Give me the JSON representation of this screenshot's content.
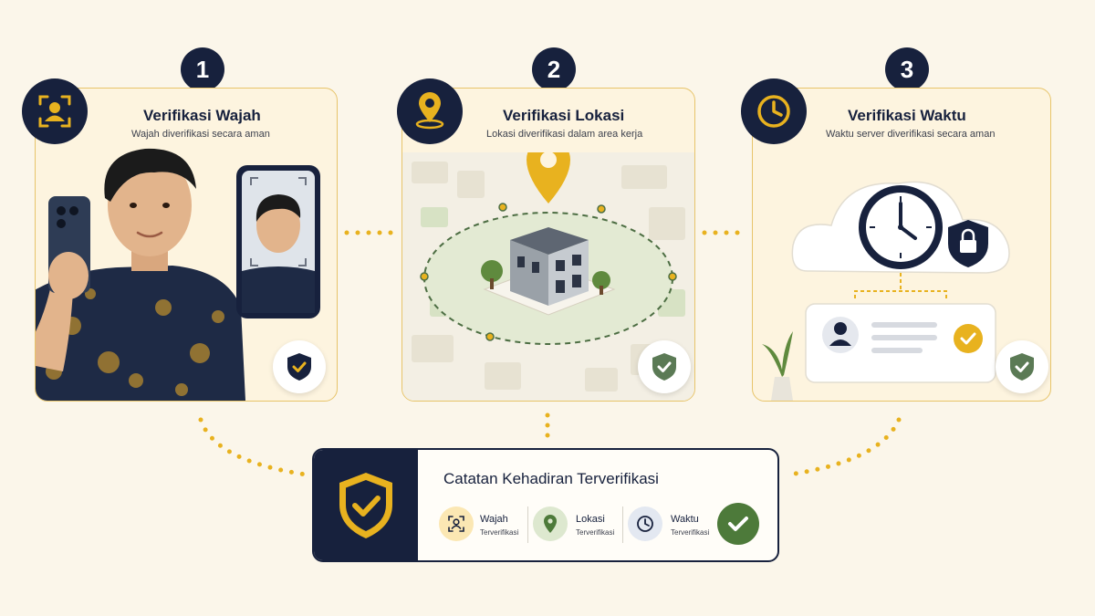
{
  "steps": [
    {
      "number": "1",
      "title": "Verifikasi Wajah",
      "subtitle": "Wajah diverifikasi secara aman",
      "icon": "face-scan-icon"
    },
    {
      "number": "2",
      "title": "Verifikasi Lokasi",
      "subtitle": "Lokasi diverifikasi dalam area kerja",
      "icon": "location-pin-icon"
    },
    {
      "number": "3",
      "title": "Verifikasi Waktu",
      "subtitle": "Waktu server diverifikasi secara aman",
      "icon": "clock-icon"
    }
  ],
  "record": {
    "title": "Catatan Kehadiran Terverifikasi",
    "items": [
      {
        "label": "Wajah",
        "status": "Terverifikasi",
        "icon": "face-scan-icon"
      },
      {
        "label": "Lokasi",
        "status": "Terverifikasi",
        "icon": "location-pin-icon"
      },
      {
        "label": "Waktu",
        "status": "Terverifikasi",
        "icon": "clock-icon"
      }
    ]
  },
  "colors": {
    "navy": "#17213d",
    "gold": "#e8b21f",
    "green": "#4d7a3a",
    "cream": "#fdf4df",
    "background": "#fbf6ea"
  }
}
